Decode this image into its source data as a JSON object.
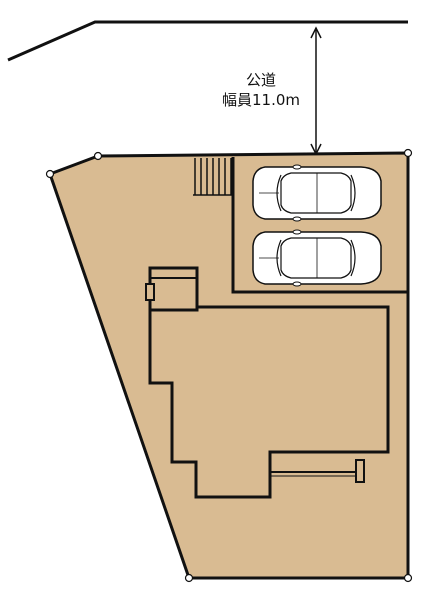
{
  "road": {
    "name": "公道",
    "width_label": "幅員11.0m"
  },
  "colors": {
    "lot_fill": "#d9bb92",
    "line": "#111111",
    "car_body": "#ffffff",
    "corner_marker": "#ffffff"
  },
  "parking": {
    "car_count": 2
  }
}
